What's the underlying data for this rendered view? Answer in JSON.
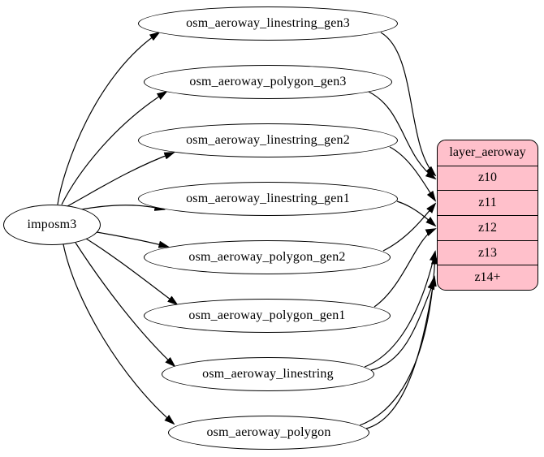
{
  "diagram": {
    "colors": {
      "layer_fill": "#ffc0cb",
      "table_fill": "#ffffff",
      "stroke": "#000000"
    },
    "source": {
      "id": "imposm3",
      "label": "imposm3"
    },
    "tables": [
      {
        "id": "osm_aeroway_linestring_gen3",
        "label": "osm_aeroway_linestring_gen3"
      },
      {
        "id": "osm_aeroway_polygon_gen3",
        "label": "osm_aeroway_polygon_gen3"
      },
      {
        "id": "osm_aeroway_linestring_gen2",
        "label": "osm_aeroway_linestring_gen2"
      },
      {
        "id": "osm_aeroway_linestring_gen1",
        "label": "osm_aeroway_linestring_gen1"
      },
      {
        "id": "osm_aeroway_polygon_gen2",
        "label": "osm_aeroway_polygon_gen2"
      },
      {
        "id": "osm_aeroway_polygon_gen1",
        "label": "osm_aeroway_polygon_gen1"
      },
      {
        "id": "osm_aeroway_linestring",
        "label": "osm_aeroway_linestring"
      },
      {
        "id": "osm_aeroway_polygon",
        "label": "osm_aeroway_polygon"
      }
    ],
    "layer": {
      "title": "layer_aeroway",
      "zoom_rows": [
        {
          "id": "z10",
          "label": "z10"
        },
        {
          "id": "z11",
          "label": "z11"
        },
        {
          "id": "z12",
          "label": "z12"
        },
        {
          "id": "z13",
          "label": "z13"
        },
        {
          "id": "z14+",
          "label": "z14+"
        }
      ]
    },
    "edges": [
      {
        "from": "imposm3",
        "to": "osm_aeroway_linestring_gen3"
      },
      {
        "from": "imposm3",
        "to": "osm_aeroway_polygon_gen3"
      },
      {
        "from": "imposm3",
        "to": "osm_aeroway_linestring_gen2"
      },
      {
        "from": "imposm3",
        "to": "osm_aeroway_linestring_gen1"
      },
      {
        "from": "imposm3",
        "to": "osm_aeroway_polygon_gen2"
      },
      {
        "from": "imposm3",
        "to": "osm_aeroway_polygon_gen1"
      },
      {
        "from": "imposm3",
        "to": "osm_aeroway_linestring"
      },
      {
        "from": "imposm3",
        "to": "osm_aeroway_polygon"
      },
      {
        "from": "osm_aeroway_linestring_gen3",
        "to": "z10"
      },
      {
        "from": "osm_aeroway_polygon_gen3",
        "to": "z10"
      },
      {
        "from": "osm_aeroway_linestring_gen2",
        "to": "z11"
      },
      {
        "from": "osm_aeroway_polygon_gen2",
        "to": "z11"
      },
      {
        "from": "osm_aeroway_linestring_gen1",
        "to": "z12"
      },
      {
        "from": "osm_aeroway_polygon_gen1",
        "to": "z12"
      },
      {
        "from": "osm_aeroway_linestring",
        "to": "z13"
      },
      {
        "from": "osm_aeroway_linestring",
        "to": "z14+"
      },
      {
        "from": "osm_aeroway_polygon",
        "to": "z13"
      },
      {
        "from": "osm_aeroway_polygon",
        "to": "z14+"
      }
    ]
  }
}
